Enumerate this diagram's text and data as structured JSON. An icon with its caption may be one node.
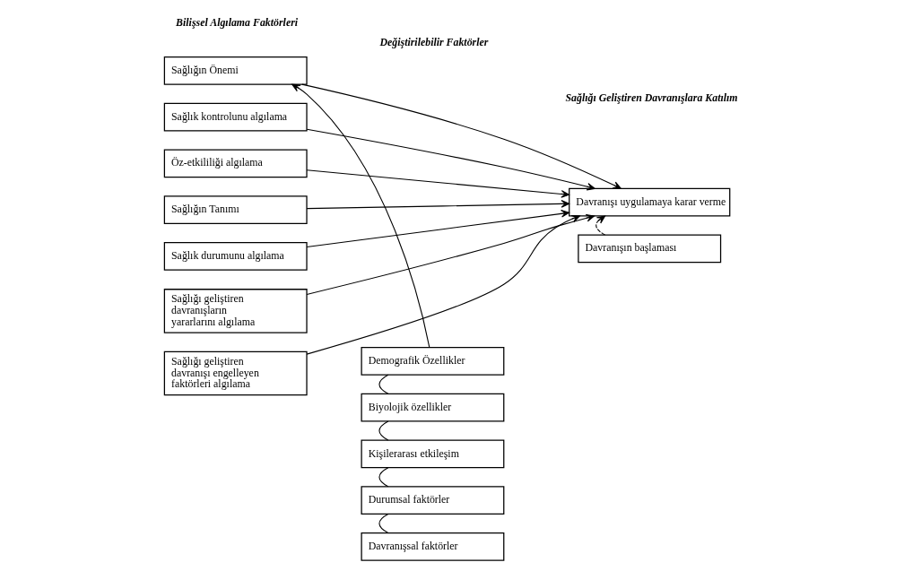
{
  "diagram": {
    "nodes": [
      {
        "text": [
          "Sağlığın Önemi"
        ]
      },
      {
        "text": [
          "Sağlık kontrolunu algılama"
        ]
      },
      {
        "text": [
          "Öz-etkililiği algılama"
        ]
      },
      {
        "text": [
          "Sağlığın Tanımı"
        ]
      },
      {
        "text": [
          "Sağlık durumunu algılama"
        ]
      },
      {
        "text": [
          "Sağlığı geliştiren davranışların yararlarını algılama"
        ]
      },
      {
        "text": [
          "Sağlığı geliştiren davranışı engelleyen faktörleri algılama"
        ]
      },
      {
        "text": [
          "Demografik Özellikler"
        ]
      },
      {
        "text": [
          "Biyolojik özellikler"
        ]
      },
      {
        "text": [
          "Kişilerarası etkileşim"
        ]
      },
      {
        "text": [
          "Durumsal faktörler"
        ]
      },
      {
        "text": [
          "Davranışsal faktörler"
        ]
      },
      {
        "text": [
          "Davranışı uygulamaya karar verme"
        ]
      },
      {
        "text": [
          "Davranışın başlaması"
        ]
      }
    ],
    "edges": [
      {
        "from": 7,
        "to": 0,
        "arrow": "to"
      },
      {
        "from": 7,
        "to": 8,
        "arrow": "none"
      },
      {
        "from": 8,
        "to": 9,
        "arrow": "none"
      },
      {
        "from": 9,
        "to": 10,
        "arrow": "none"
      },
      {
        "from": 10,
        "to": 11,
        "arrow": "none"
      },
      {
        "from": 0,
        "to": 12,
        "arrow": "to"
      },
      {
        "from": 1,
        "to": 12,
        "arrow": "to"
      },
      {
        "from": 2,
        "to": 12,
        "arrow": "to"
      },
      {
        "from": 3,
        "to": 12,
        "arrow": "to"
      },
      {
        "from": 4,
        "to": 12,
        "arrow": "to"
      },
      {
        "from": 5,
        "to": 12,
        "arrow": "to"
      },
      {
        "from": 6,
        "to": 12,
        "arrow": "to"
      },
      {
        "from": 13,
        "to": 12,
        "arrow": "to",
        "style": "dashed"
      }
    ],
    "labels": [
      "Bilişsel Algılama Faktörleri",
      "Değiştirilebilir Faktörler",
      "Sağlığı Geliştiren Davranışlara Katılım"
    ]
  }
}
